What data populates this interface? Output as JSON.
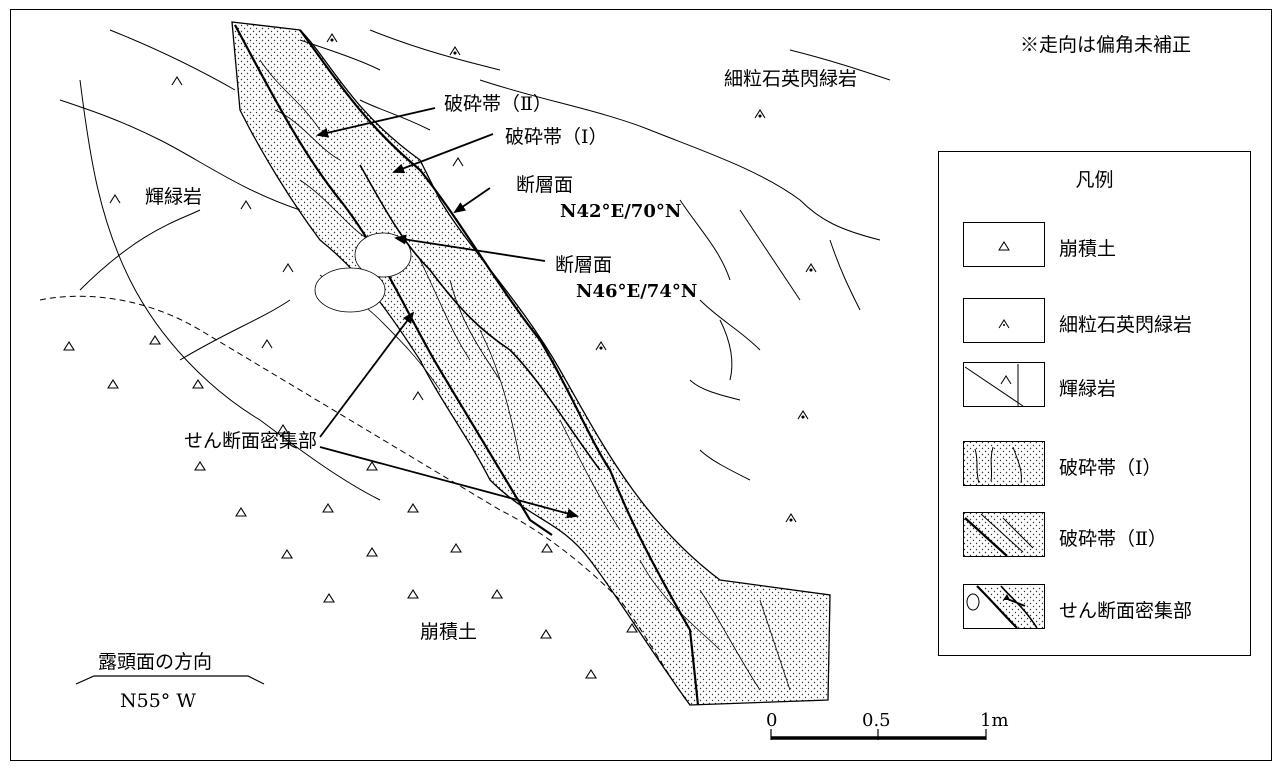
{
  "note": "※走向は偏角未補正",
  "map_labels": {
    "fine_rock": "細粒石英閃緑岩",
    "gabbro": "輝緑岩",
    "talus": "崩積土",
    "fracture_zone_2": "破砕帯（Ⅱ）",
    "fracture_zone_1": "破砕帯（Ⅰ）",
    "fault_plane_a": "断層面",
    "fault_plane_a_attitude": "N42°E/70°N",
    "fault_plane_b": "断層面",
    "fault_plane_b_attitude": "N46°E/74°N",
    "shear_zone": "せん断面密集部"
  },
  "orientation": {
    "label": "露頭面の方向",
    "value": "N55°  W"
  },
  "scale_bar": {
    "ticks": [
      "0",
      "0.5",
      "1m"
    ]
  },
  "legend": {
    "title": "凡例",
    "items": [
      {
        "label": "崩積土",
        "icon": "talus-symbol"
      },
      {
        "label": "細粒石英閃緑岩",
        "icon": "fine-quartz-diorite-symbol"
      },
      {
        "label": "輝緑岩",
        "icon": "diabase-symbol"
      },
      {
        "label": "破砕帯（Ⅰ）",
        "icon": "fracture-zone-1-pattern"
      },
      {
        "label": "破砕帯（Ⅱ）",
        "icon": "fracture-zone-2-pattern"
      },
      {
        "label": "せん断面密集部",
        "icon": "shear-zone-pattern"
      }
    ]
  }
}
